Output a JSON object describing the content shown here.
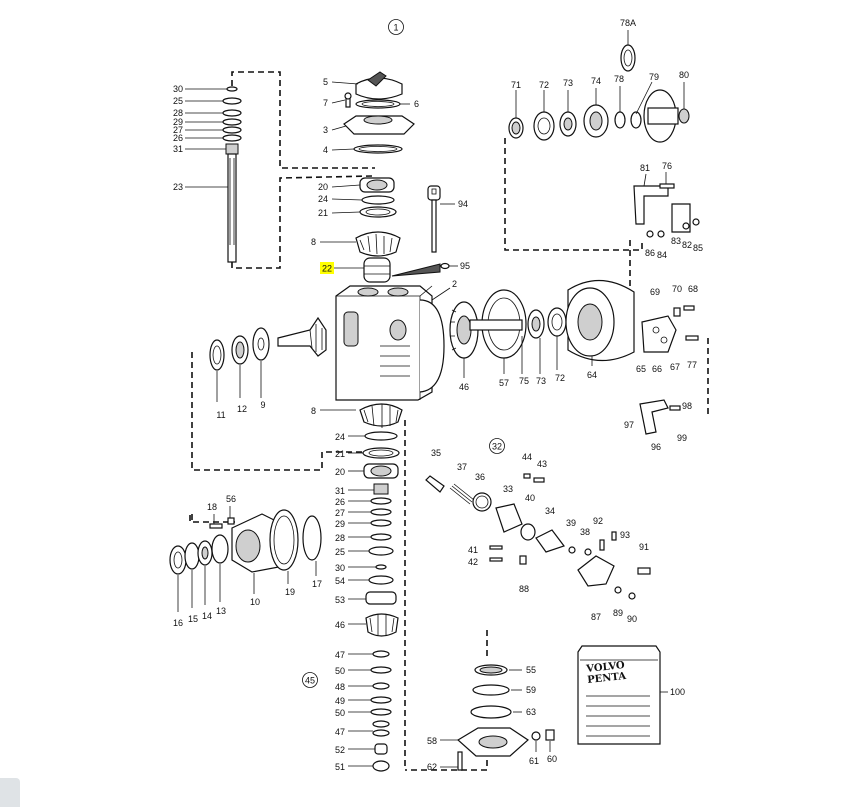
{
  "diagram": {
    "group_markers": [
      {
        "id": "group-1",
        "text": "1"
      },
      {
        "id": "group-32",
        "text": "32"
      },
      {
        "id": "group-45",
        "text": "45"
      }
    ],
    "highlight_color": "#ffff00",
    "highlighted_label": "22",
    "logo": {
      "line1": "VOLVO",
      "line2": "PENTA",
      "ref": "100"
    },
    "labels": {
      "l78a": "78A",
      "l71": "71",
      "l72a": "72",
      "l73a": "73",
      "l74": "74",
      "l78": "78",
      "l79": "79",
      "l80": "80",
      "l30": "30",
      "l25a": "25",
      "l28a": "28",
      "l29a": "29",
      "l27a": "27",
      "l26a": "26",
      "l31a": "31",
      "l23": "23",
      "l5": "5",
      "l7": "7",
      "l6": "6",
      "l3": "3",
      "l4": "4",
      "l20a": "20",
      "l24a": "24",
      "l21a": "21",
      "l8a": "8",
      "l22": "22",
      "l94": "94",
      "l95": "95",
      "l2": "2",
      "l81": "81",
      "l76": "76",
      "l86": "86",
      "l84": "84",
      "l83": "83",
      "l82": "82",
      "l85": "85",
      "l11": "11",
      "l12": "12",
      "l9": "9",
      "l8b": "8",
      "l46": "46",
      "l57": "57",
      "l75": "75",
      "l73b": "73",
      "l72b": "72",
      "l64": "64",
      "l69": "69",
      "l70": "70",
      "l68": "68",
      "l65": "65",
      "l66": "66",
      "l67": "67",
      "l77": "77",
      "l98": "98",
      "l97": "97",
      "l99": "99",
      "l96": "96",
      "l24b": "24",
      "l21b": "21",
      "l20b": "20",
      "l35": "35",
      "l37": "37",
      "l36": "36",
      "l44": "44",
      "l43": "43",
      "l33": "33",
      "l40": "40",
      "l34": "34",
      "l39": "39",
      "l92": "92",
      "l93": "93",
      "l38": "38",
      "l41": "41",
      "l42": "42",
      "l91": "91",
      "l88": "88",
      "l87": "87",
      "l89": "89",
      "l90": "90",
      "l18": "18",
      "l56": "56",
      "l16": "16",
      "l15": "15",
      "l14": "14",
      "l13": "13",
      "l10": "10",
      "l19": "19",
      "l17": "17",
      "l31b": "31",
      "l26b": "26",
      "l27b": "27",
      "l29b": "29",
      "l28b": "28",
      "l25b": "25",
      "l30b": "30",
      "l54": "54",
      "l53": "53",
      "l46b": "46",
      "l47a": "47",
      "l50a": "50",
      "l48": "48",
      "l49": "49",
      "l50b": "50",
      "l47b": "47",
      "l52": "52",
      "l51": "51",
      "l55": "55",
      "l59": "59",
      "l63": "63",
      "l58": "58",
      "l61": "61",
      "l60": "60",
      "l62": "62"
    }
  }
}
